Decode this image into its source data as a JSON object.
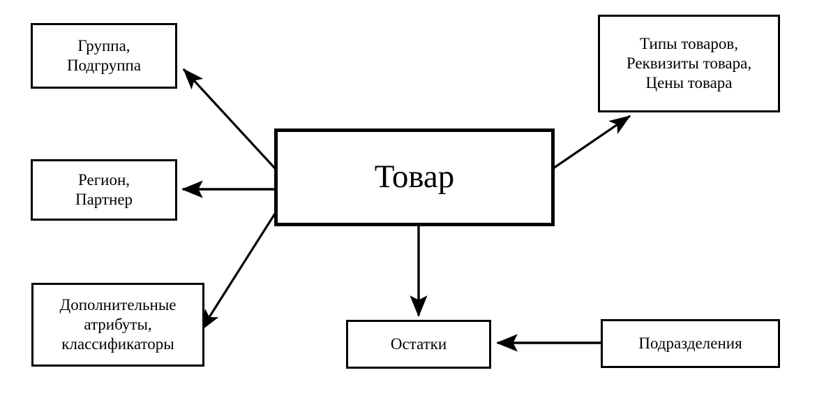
{
  "diagram": {
    "title_node": "Товар",
    "background_color": "#ffffff",
    "line_color": "#000000",
    "nodes": [
      {
        "id": "group",
        "label": "Группа,\nПодгруппа",
        "position": "top-left"
      },
      {
        "id": "types",
        "label": "Типы товаров,\nРеквизиты товара,\nЦены товара",
        "position": "top-right"
      },
      {
        "id": "region",
        "label": "Регион,\nПартнер",
        "position": "middle-left"
      },
      {
        "id": "product",
        "label": "Товар",
        "position": "center"
      },
      {
        "id": "attributes",
        "label": "Дополнительные\nатрибуты,\nклассификаторы",
        "position": "bottom-left"
      },
      {
        "id": "stock",
        "label": "Остатки",
        "position": "bottom-center"
      },
      {
        "id": "departments",
        "label": "Подразделения",
        "position": "bottom-right"
      }
    ],
    "edges": [
      {
        "id": "product-to-group",
        "from": "product",
        "to": "group",
        "style": "diagonal-up-left",
        "arrowhead": "end"
      },
      {
        "id": "product-to-types",
        "from": "product",
        "to": "types",
        "style": "diagonal-up-right",
        "arrowhead": "end"
      },
      {
        "id": "product-to-region",
        "from": "product",
        "to": "region",
        "style": "horizontal-left",
        "arrowhead": "end"
      },
      {
        "id": "product-to-attrs",
        "from": "product",
        "to": "attributes",
        "style": "diagonal-down-left",
        "arrowhead": "end"
      },
      {
        "id": "product-to-stock",
        "from": "product",
        "to": "stock",
        "style": "vertical-down",
        "arrowhead": "end"
      },
      {
        "id": "depts-to-stock",
        "from": "departments",
        "to": "stock",
        "style": "horizontal-left",
        "arrowhead": "end"
      }
    ]
  }
}
